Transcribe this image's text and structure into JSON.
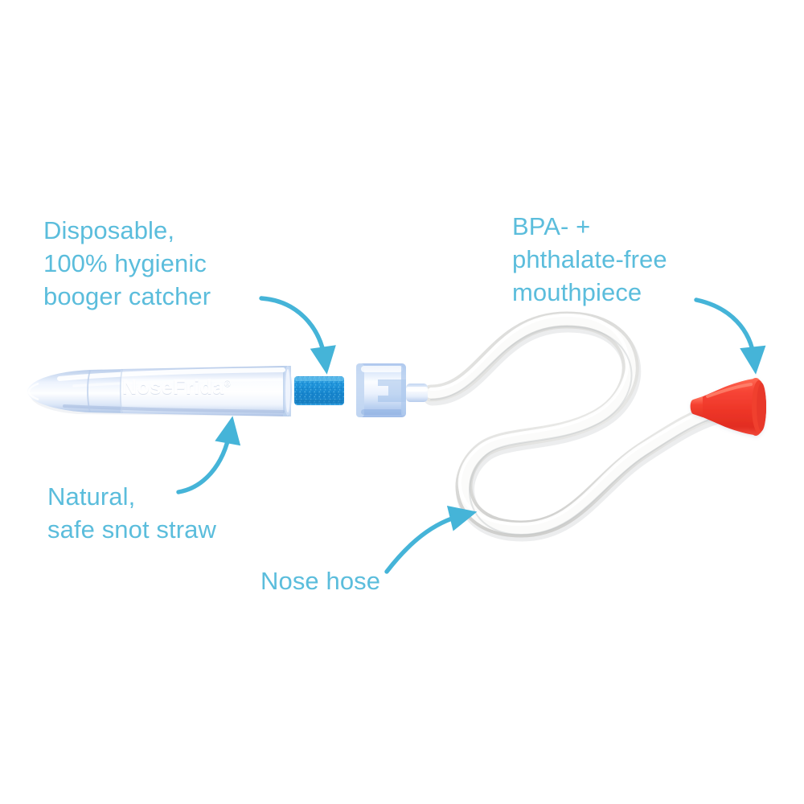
{
  "diagram": {
    "title": "NoseFrida nasal aspirator exploded parts diagram",
    "background_color": "#FFFFFF",
    "accent_color": "#5BBDDC",
    "callouts": [
      {
        "id": "booger-catcher",
        "lines": [
          "Disposable,",
          "100% hygienic",
          "booger catcher"
        ],
        "text": "Disposable,\n100% hygienic\nbooger catcher",
        "points_to": "filter-sponge",
        "position": "top-left"
      },
      {
        "id": "mouthpiece",
        "lines": [
          "BPA- +",
          "phthalate-free",
          "mouthpiece"
        ],
        "text": "BPA- +\nphthalate-free\nmouthpiece",
        "points_to": "red-mouthpiece",
        "position": "top-right"
      },
      {
        "id": "snot-straw",
        "lines": [
          "Natural,",
          "safe snot straw"
        ],
        "text": "Natural,\nsafe snot straw",
        "points_to": "clear-tube-body",
        "position": "bottom-left"
      },
      {
        "id": "nose-hose",
        "lines": [
          "Nose hose"
        ],
        "text": "Nose hose",
        "points_to": "white-hose",
        "position": "bottom-center"
      }
    ],
    "product": {
      "brand_emboss": "NoseFrida",
      "brand_emboss_mark": "®",
      "parts": [
        {
          "id": "clear-tube-body",
          "name": "clear snot straw tube",
          "color": "#DCE6F6"
        },
        {
          "id": "filter-sponge",
          "name": "blue hygiene filter sponge",
          "color": "#1E8FD5"
        },
        {
          "id": "cap-connector",
          "name": "translucent cap connector",
          "color": "#C5D8F2"
        },
        {
          "id": "white-hose",
          "name": "flexible white nose hose",
          "color": "#F2F2F0"
        },
        {
          "id": "red-mouthpiece",
          "name": "red mouthpiece",
          "color": "#F23B2D"
        }
      ]
    }
  }
}
